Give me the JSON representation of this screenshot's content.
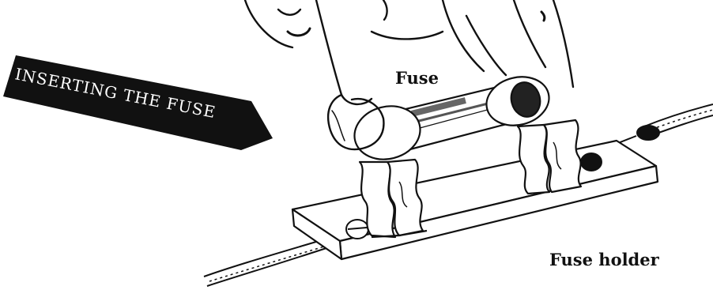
{
  "title_banner": {
    "text": "INSERTING THE FUSE"
  },
  "labels": {
    "fuse": "Fuse",
    "fuse_holder": "Fuse holder"
  },
  "colors": {
    "ink": "#111111",
    "banner": "#111111",
    "paper": "#ffffff"
  }
}
